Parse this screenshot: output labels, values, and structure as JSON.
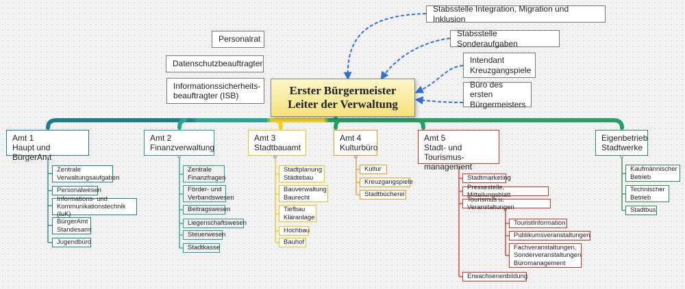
{
  "root": "Erster Bürgermeister\nLeiter der Verwaltung",
  "left_staff": [
    "Personalrat",
    "Datenschutzbeauftragter",
    "Informationssicherheits-\nbeauftragter (ISB)"
  ],
  "right_staff": [
    "Stabsstelle Integration, Migration und Inklusion",
    "Stabsstelle Sonderaufgaben",
    "Intendant\nKreuzgangspiele",
    "Büro des ersten\nBürgermeisters"
  ],
  "departments": [
    {
      "title": "Amt 1\nHaupt und BürgerAmt",
      "color": "#1c7f86",
      "items": [
        "Zentrale\nVerwaltungsaufgaben",
        "Personalwesen",
        "Informations- und\nKommunikationstechnik (IuK)",
        "BürgerAmt\nStandesamt",
        "Jugendbüro"
      ]
    },
    {
      "title": "Amt 2\nFinanzverwaltung",
      "color": "#239e8e",
      "items": [
        "Zentrale\nFinanzfragen",
        "Förder- und\nVerbandswesen",
        "Beitragswesen",
        "Liegenschaftswesen",
        "Steuerwesen",
        "Stadtkasse"
      ]
    },
    {
      "title": "Amt 3\nStadtbauamt",
      "color": "#e6c51b",
      "items": [
        "Stadtplanung\nStädtebau",
        "Bauverwaltung\nBaurecht",
        "Tiefbau\nKläranlage",
        "Hochbau",
        "Bauhof"
      ]
    },
    {
      "title": "Amt 4\nKulturbüro",
      "color": "#e39a25",
      "items": [
        "Kultur",
        "Kreuzgangspiele",
        "Stadtbücherei"
      ]
    },
    {
      "title": "Amt 5\nStadt- und Tourismus-\nmanagement",
      "color": "#cc3326",
      "items": [
        "Stadtmarketing",
        "Pressestelle, Mitteilungsblatt",
        "Tourismus u. Veranstaltungen",
        "Erwachsenenbildung"
      ],
      "subitems": [
        "TouristInformation",
        "Publikumsveranstaltungen",
        "Fachveranstaltungen,\nSonderveranstaltungen\nBüromanagement"
      ]
    },
    {
      "title": "Eigenbetrieb\nStadtwerke",
      "color": "#2d8a55",
      "items": [
        "Kaufmännischer\nBetrieb",
        "Technischer\nBetrieb",
        "Stadtbus"
      ]
    }
  ]
}
